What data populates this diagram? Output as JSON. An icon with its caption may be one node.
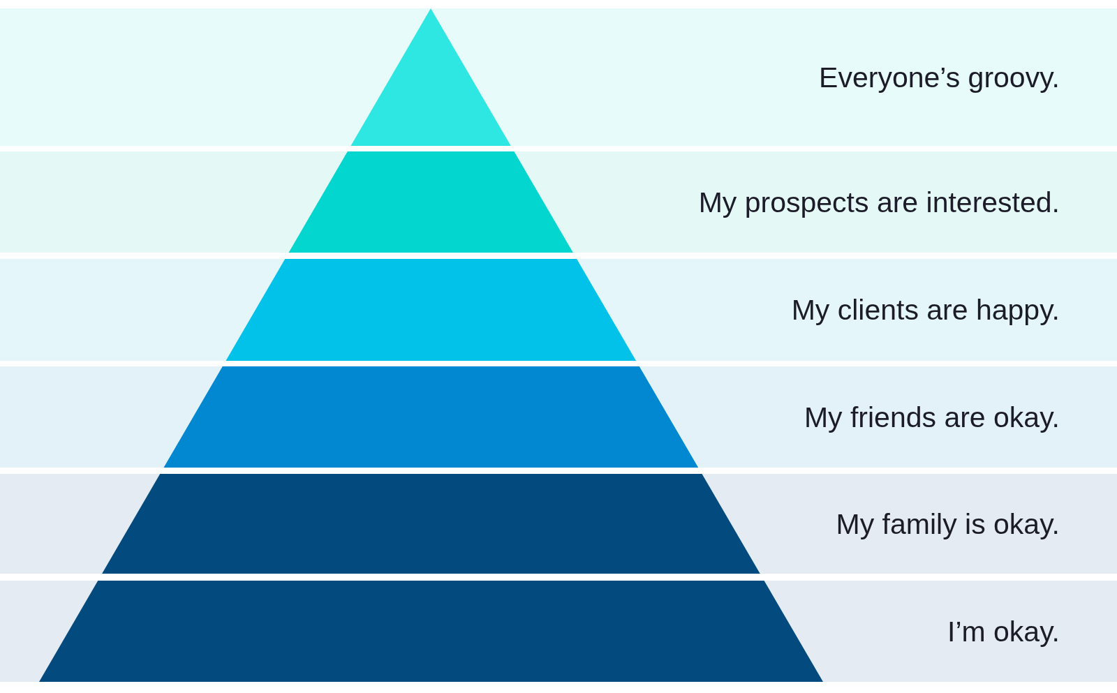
{
  "diagram": {
    "nodes": [
      {
        "text": [
          "Everyone’s groovy."
        ]
      },
      {
        "text": [
          "My prospects are interested."
        ]
      },
      {
        "text": [
          "My clients are happy."
        ]
      },
      {
        "text": [
          "My friends are okay."
        ]
      },
      {
        "text": [
          "My family is okay."
        ]
      },
      {
        "text": [
          "I’m okay."
        ]
      }
    ]
  }
}
